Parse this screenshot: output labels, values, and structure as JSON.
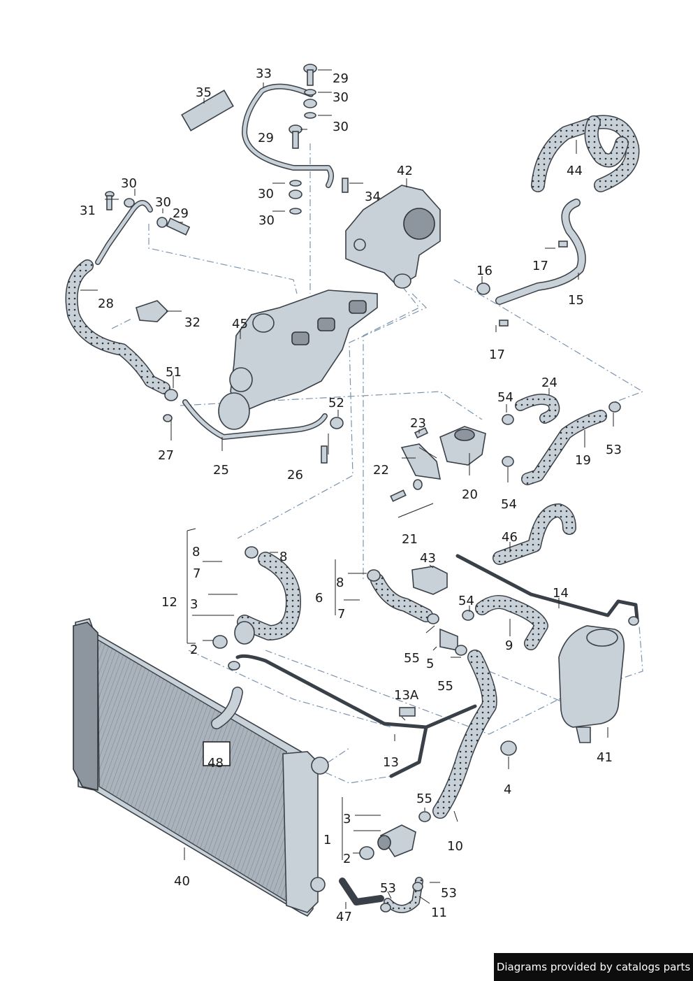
{
  "callouts": [
    "1",
    "2",
    "2",
    "3",
    "3",
    "4",
    "5",
    "6",
    "7",
    "7",
    "8",
    "8",
    "8",
    "9",
    "10",
    "11",
    "12",
    "13",
    "13A",
    "14",
    "15",
    "16",
    "17",
    "17",
    "19",
    "20",
    "21",
    "22",
    "23",
    "24",
    "25",
    "26",
    "27",
    "28",
    "29",
    "29",
    "29",
    "30",
    "30",
    "30",
    "30",
    "30",
    "30",
    "31",
    "32",
    "33",
    "34",
    "35",
    "40",
    "41",
    "42",
    "43",
    "44",
    "45",
    "46",
    "47",
    "48",
    "51",
    "52",
    "53",
    "53",
    "53",
    "54",
    "54",
    "54",
    "55",
    "55",
    "55"
  ],
  "highlighted_callout": "48",
  "footer": {
    "credit": "Diagrams provided by catalogs parts"
  }
}
